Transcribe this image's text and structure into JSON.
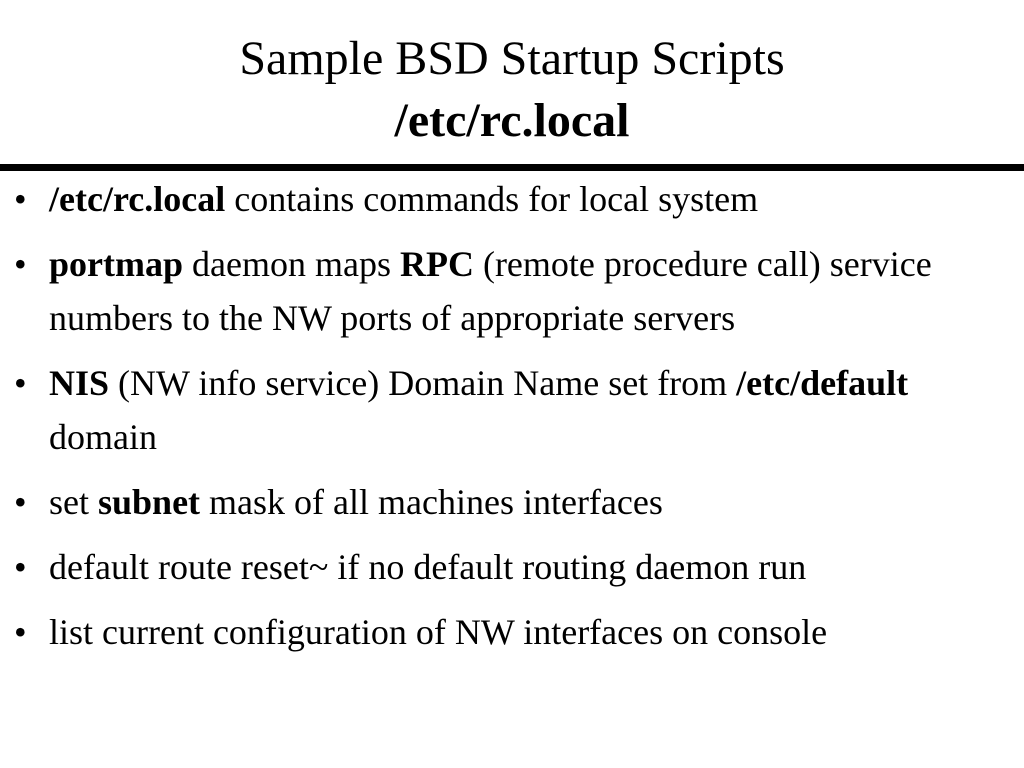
{
  "slide": {
    "title": "Sample BSD Startup Scripts",
    "subtitle": "/etc/rc.local",
    "bullet_symbol": "•",
    "bullets": [
      {
        "bold": "/etc/rc.local",
        "text": " contains commands for local system"
      },
      {
        "bold1": "portmap",
        "text1": " daemon maps ",
        "bold2": "RPC",
        "text2": " (remote procedure call) service numbers to the NW ports of appropriate servers"
      },
      {
        "bold1": "NIS",
        "text1": " (NW info service) Domain Name set from ",
        "bold2": "/etc/default",
        "text2": " domain"
      },
      {
        "text1": "set ",
        "bold": "subnet",
        "text2": " mask of all machines interfaces"
      },
      {
        "text": "default route reset~ if no default routing daemon run"
      },
      {
        "text": "list current configuration of NW interfaces on console"
      }
    ]
  }
}
